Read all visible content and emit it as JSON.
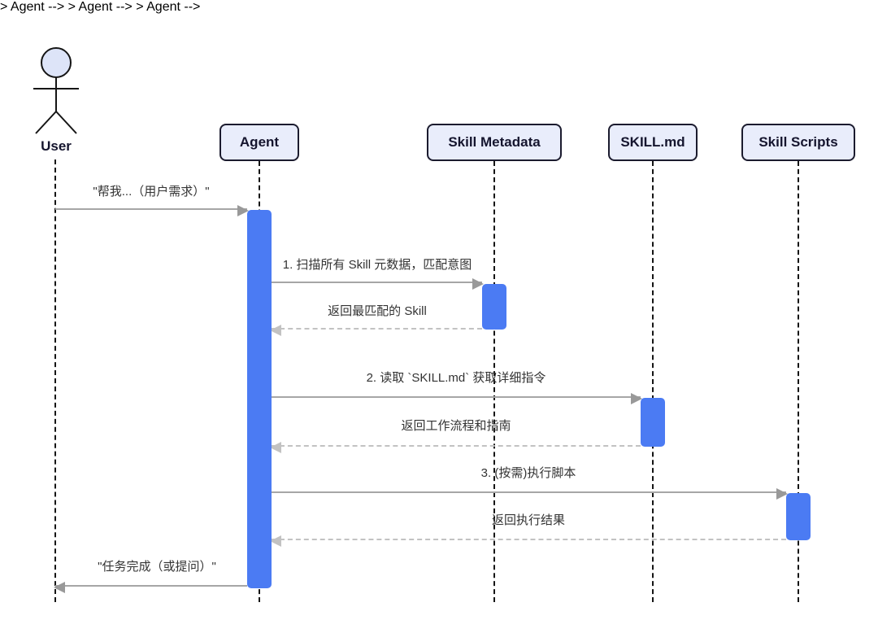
{
  "diagram": {
    "type": "sequence-diagram",
    "actors": [
      {
        "id": "user",
        "label": "User",
        "kind": "actor"
      },
      {
        "id": "agent",
        "label": "Agent",
        "kind": "participant"
      },
      {
        "id": "skill-metadata",
        "label": "Skill Metadata",
        "kind": "participant"
      },
      {
        "id": "skill-md",
        "label": "SKILL.md",
        "kind": "participant"
      },
      {
        "id": "skill-scripts",
        "label": "Skill Scripts",
        "kind": "participant"
      }
    ],
    "messages": [
      {
        "from": "User",
        "to": "Agent",
        "line": "solid",
        "label": "\"帮我...（用户需求）\""
      },
      {
        "from": "Agent",
        "to": "Skill Metadata",
        "line": "solid",
        "label": "1. 扫描所有 Skill 元数据，匹配意图"
      },
      {
        "from": "Skill Metadata",
        "to": "Agent",
        "line": "dashed",
        "label": "返回最匹配的 Skill"
      },
      {
        "from": "Agent",
        "to": "SKILL.md",
        "line": "solid",
        "label": "2. 读取 `SKILL.md` 获取详细指令"
      },
      {
        "from": "SKILL.md",
        "to": "Agent",
        "line": "dashed",
        "label": "返回工作流程和指南"
      },
      {
        "from": "Agent",
        "to": "Skill Scripts",
        "line": "solid",
        "label": "3. (按需)执行脚本"
      },
      {
        "from": "Skill Scripts",
        "to": "Agent",
        "line": "dashed",
        "label": "返回执行结果"
      },
      {
        "from": "Agent",
        "to": "User",
        "line": "solid",
        "label": "\"任务完成（或提问）\""
      }
    ],
    "colors": {
      "activation_bar": "#4b7bf3",
      "participant_fill": "#e9edfb",
      "participant_border": "#1b1b2e",
      "solid_arrow": "#a6a6a6",
      "dashed_arrow": "#c2c2c2",
      "lifeline": "#151515",
      "text": "#333333"
    }
  }
}
